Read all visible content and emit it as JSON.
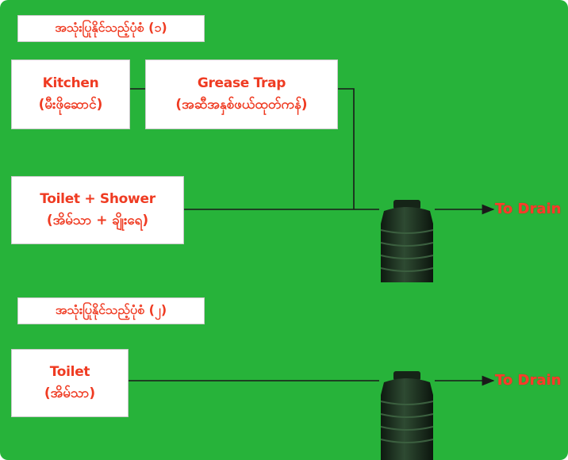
{
  "diagram": {
    "section1_label": "အသုံးပြုနိုင်သည့်ပုံစံ (၁)",
    "section2_label": "အသုံးပြုနိုင်သည့်ပုံစံ (၂)",
    "kitchen": {
      "en": "Kitchen",
      "mm": "(မီးဖိုဆောင်)"
    },
    "grease_trap": {
      "en": "Grease Trap",
      "mm": "(အဆီအနှစ်ဖယ်ထုတ်ကန်)"
    },
    "toilet_shower": {
      "en": "Toilet + Shower",
      "mm": "(အိမ်သာ + ချိုးရေ)"
    },
    "toilet": {
      "en": "Toilet",
      "mm": "(အိမ်သာ)"
    },
    "drain_label_1": "To Drain",
    "drain_label_2": "To Drain"
  },
  "colors": {
    "background": "#27b33a",
    "text_accent": "#ef3b22",
    "line": "#1a1a1a",
    "tank": "#1c2a1e"
  },
  "icons": [
    "septic-tank-icon",
    "arrow-right-icon"
  ]
}
